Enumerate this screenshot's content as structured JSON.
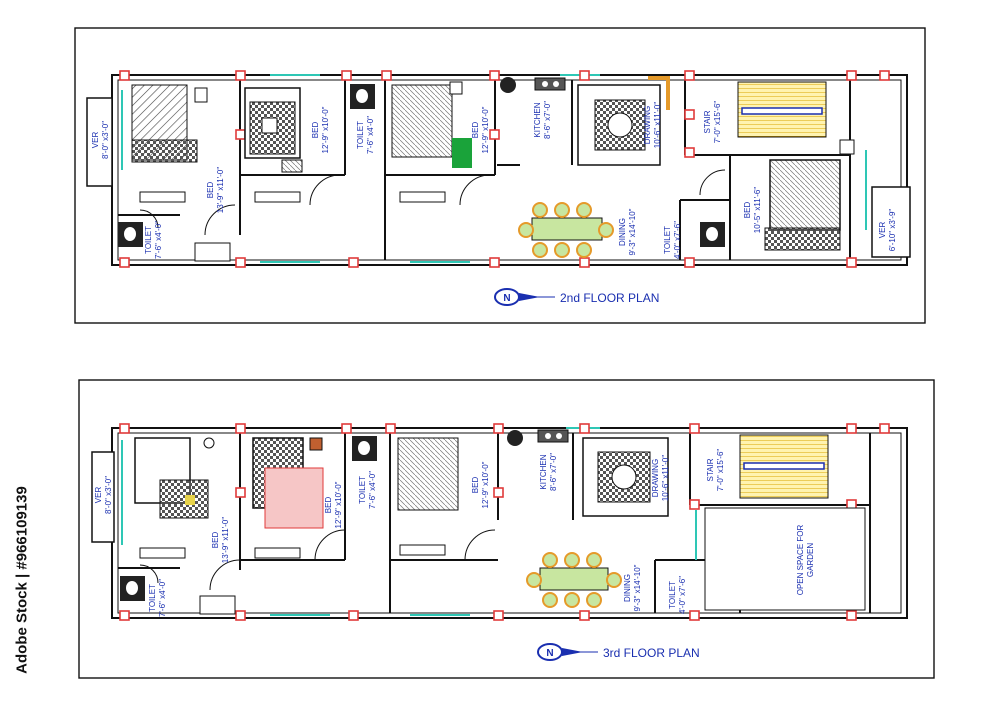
{
  "plans": [
    {
      "title": "2nd  FLOOR PLAN",
      "rooms": {
        "ver_left": {
          "name": "VER",
          "dim": "8'-0\" x3'-0\""
        },
        "bed1": {
          "name": "BED",
          "dim": "13'-9\" x11'-0\""
        },
        "toilet1": {
          "name": "TOILET",
          "dim": "7'-6\" x4'-0\""
        },
        "bed2": {
          "name": "BED",
          "dim": "12'-9\" x10'-0\""
        },
        "toilet2": {
          "name": "TOILET",
          "dim": "7'-6\" x4'-0\""
        },
        "bed3": {
          "name": "BED",
          "dim": "12'-9\" x10'-0\""
        },
        "kitchen": {
          "name": "KITCHEN",
          "dim": "8'-6\" x7'-0\""
        },
        "drawing": {
          "name": "DRAWING",
          "dim": "10'-6\" x11'-0\""
        },
        "dining": {
          "name": "DINING",
          "dim": "9'-3\" x14'-10\""
        },
        "stair": {
          "name": "STAIR",
          "dim": "7'-0\" x15'-6\""
        },
        "toilet3": {
          "name": "TOILET",
          "dim": "4'-0\" x7'-6\""
        },
        "bed4": {
          "name": "BED",
          "dim": "10'-5\" x11'-6\""
        },
        "ver_right": {
          "name": "VER",
          "dim": "6'-10\" x3'-9\""
        }
      }
    },
    {
      "title": "3rd  FLOOR PLAN",
      "rooms": {
        "ver_left": {
          "name": "VER",
          "dim": "8'-0\" x3'-0\""
        },
        "bed1": {
          "name": "BED",
          "dim": "13'-9\" x11'-0\""
        },
        "toilet1": {
          "name": "TOILET",
          "dim": "7'-6\" x4'-0\""
        },
        "bed2": {
          "name": "BED",
          "dim": "12'-9\" x10'-0\""
        },
        "toilet2": {
          "name": "TOILET",
          "dim": "7'-6\" x4'-0\""
        },
        "bed3": {
          "name": "BED",
          "dim": "12'-9\" x10'-0\""
        },
        "kitchen": {
          "name": "KITCHEN",
          "dim": "8'-6\" x7'-0\""
        },
        "drawing": {
          "name": "DRAWING",
          "dim": "10'-6\" x11'-0\""
        },
        "dining": {
          "name": "DINING",
          "dim": "9'-3\" x14'-10\""
        },
        "stair": {
          "name": "STAIR",
          "dim": "7'-0\" x15'-6\""
        },
        "toilet3": {
          "name": "TOILET",
          "dim": "4'-0\" x7'-6\""
        },
        "garden": {
          "name": "OPEN SPACE FOR",
          "name2": "GARDEN"
        }
      }
    }
  ],
  "north_label": "N",
  "stock_id": "Adobe Stock | #966109139",
  "colors": {
    "wall": "#111111",
    "column": "#e03a3a",
    "label": "#1a2fb0",
    "window": "#2ec7b5",
    "chair": "#e59a2a",
    "table": "#c8e6a0",
    "green": "#1aa33a"
  }
}
